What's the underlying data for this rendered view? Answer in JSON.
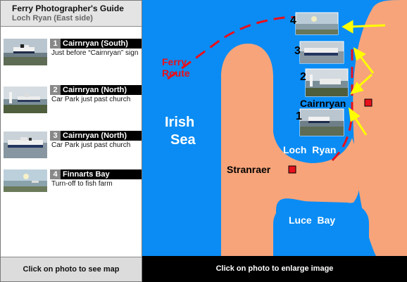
{
  "header": {
    "title": "Ferry Photographer's Guide",
    "subtitle": "Loch Ryan (East side)"
  },
  "entries": [
    {
      "num": "1",
      "title": "Cairnryan (South)",
      "desc": "Just before “Cairnryan” sign"
    },
    {
      "num": "2",
      "title": "Cairnryan (North)",
      "desc": "Car Park just past church"
    },
    {
      "num": "3",
      "title": "Cairnryan (North)",
      "desc": "Car Park just past church"
    },
    {
      "num": "4",
      "title": "Finnarts Bay",
      "desc": "Turn-off to fish farm"
    }
  ],
  "footer": {
    "left": "Click on photo to see map",
    "right": "Click on photo to enlarge image"
  },
  "map": {
    "ferry_route_line1": "Ferry",
    "ferry_route_line2": "Route",
    "sea_line1": "Irish",
    "sea_line2": "Sea",
    "loch": "Loch  Ryan",
    "bay": "Luce  Bay",
    "town_east": "Cairnryan",
    "town_west": "Stranraer",
    "marker1": "1",
    "marker2": "2",
    "marker3": "3",
    "marker4": "4"
  },
  "colors": {
    "sea": "#0a8cf4",
    "land": "#f7a47a",
    "route": "#e8101c",
    "arrow": "#ffff00"
  }
}
